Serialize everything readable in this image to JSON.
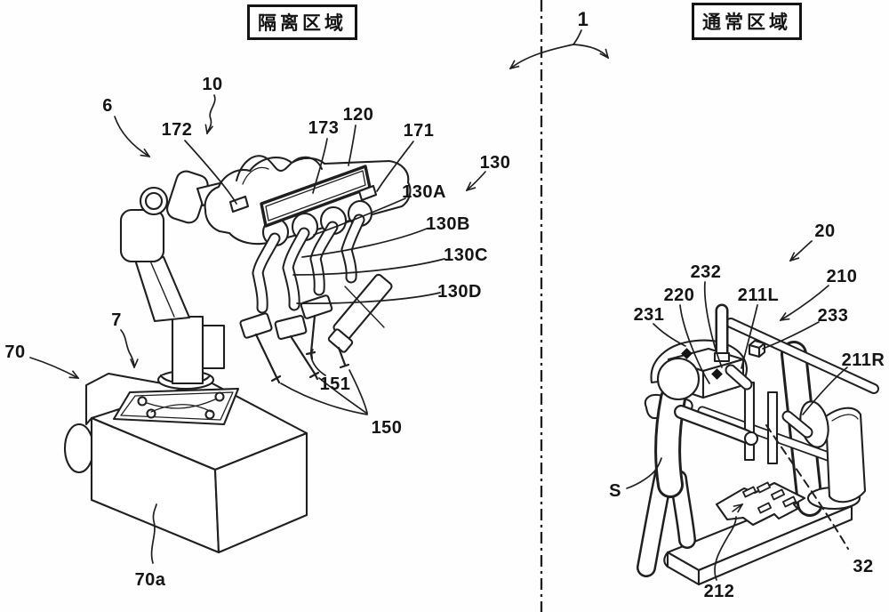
{
  "zones": {
    "isolated": "隔离区域",
    "normal": "通常区域"
  },
  "refs": {
    "r1": "1",
    "r6": "6",
    "r7": "7",
    "r10": "10",
    "r20": "20",
    "r32": "32",
    "r70": "70",
    "r70a": "70a",
    "r120": "120",
    "r130": "130",
    "r130A": "130A",
    "r130B": "130B",
    "r130C": "130C",
    "r130D": "130D",
    "r150": "150",
    "r151": "151",
    "r171": "171",
    "r172": "172",
    "r173": "173",
    "r210": "210",
    "r211L": "211L",
    "r211R": "211R",
    "r212": "212",
    "r220": "220",
    "r231": "231",
    "r232": "232",
    "r233": "233",
    "rS": "S"
  },
  "colors": {
    "line": "#1f1f1f",
    "background": "#ffffff",
    "boundary_style": "dash-dot"
  }
}
